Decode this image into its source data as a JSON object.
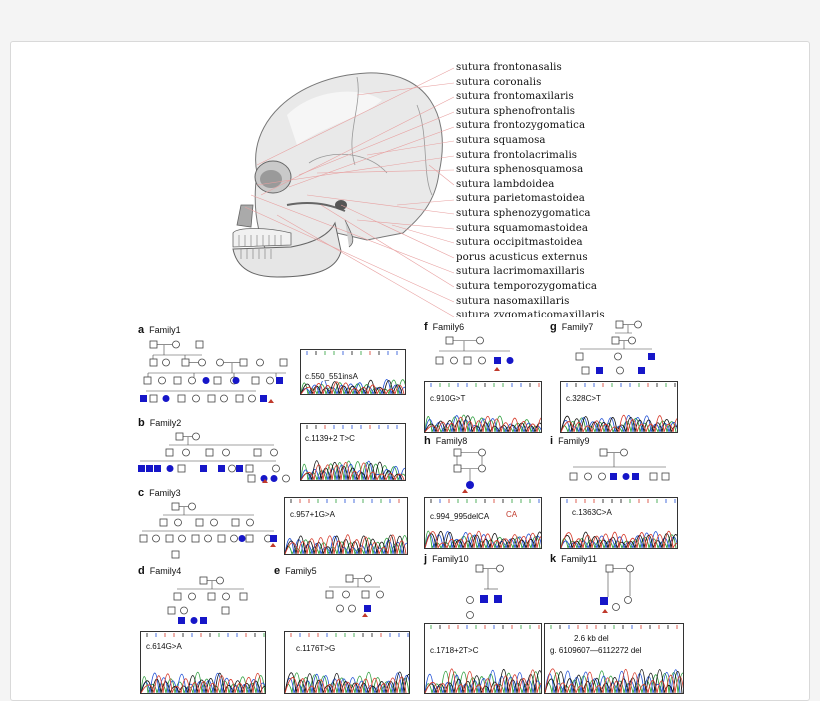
{
  "sutures": [
    "sutura frontonasalis",
    "sutura coronalis",
    "sutura frontomaxilaris",
    "sutura sphenofrontalis",
    "sutura frontozygomatica",
    "sutura squamosa",
    "sutura frontolacrimalis",
    "sutura sphenosquamosa",
    "sutura lambdoidea",
    "sutura parietomastoidea",
    "sutura sphenozygomatica",
    "sutura squamomastoidea",
    "sutura occipitmastoidea",
    "porus acusticus externus",
    "sutura lacrimomaxillaris",
    "sutura temporozygomatica",
    "sutura nasomaxillaris",
    "sutura zygomaticomaxillaris"
  ],
  "families": [
    {
      "letter": "a",
      "name": "Family1",
      "mutation": "c.550_551insA"
    },
    {
      "letter": "b",
      "name": "Family2",
      "mutation": "c.1139+2 T>C"
    },
    {
      "letter": "c",
      "name": "Family3",
      "mutation": "c.957+1G>A"
    },
    {
      "letter": "d",
      "name": "Family4",
      "mutation": "c.614G>A"
    },
    {
      "letter": "e",
      "name": "Family5",
      "mutation": "c.1176T>G"
    },
    {
      "letter": "f",
      "name": "Family6",
      "mutation": "c.910G>T"
    },
    {
      "letter": "g",
      "name": "Family7",
      "mutation": "c.328C>T"
    },
    {
      "letter": "h",
      "name": "Family8",
      "mutation": "c.994_995delCA",
      "annotation": "CA"
    },
    {
      "letter": "i",
      "name": "Family9",
      "mutation": "c.1363C>A"
    },
    {
      "letter": "j",
      "name": "Family10",
      "mutation": "c.1718+2T>C"
    },
    {
      "letter": "k",
      "name": "Family11",
      "mutation": "g. 6109607—6112272 del",
      "annotation": "2.6 kb del"
    }
  ],
  "colors": {
    "affected": "#1616c8",
    "proband_arrow": "#c0392b",
    "guide_line": "#e8a0a0"
  }
}
